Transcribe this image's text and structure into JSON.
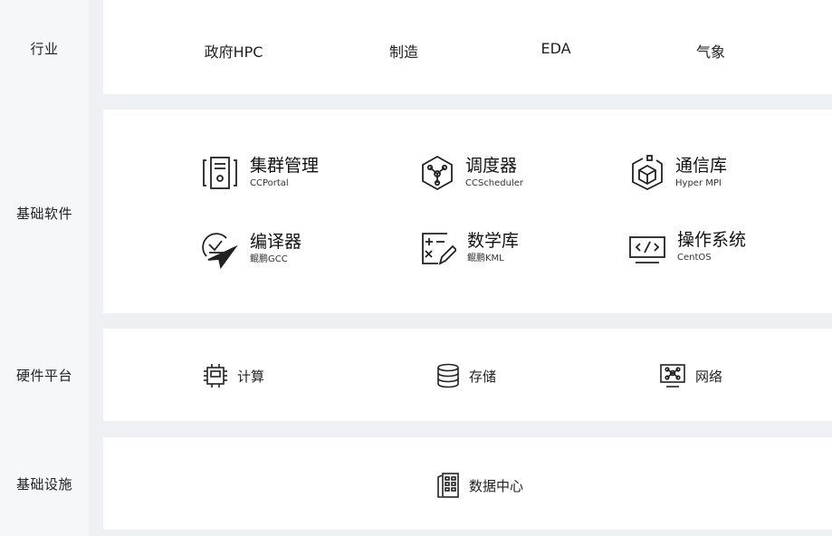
{
  "rows": {
    "industry": "行业",
    "software": "基础软件",
    "hardware": "硬件平台",
    "infra": "基础设施"
  },
  "industry_items": [
    "政府HPC",
    "制造",
    "EDA",
    "气象"
  ],
  "software_items": [
    {
      "title": "集群管理",
      "sub": "CCPortal",
      "icon": "server-tower-icon"
    },
    {
      "title": "调度器",
      "sub": "CCScheduler",
      "icon": "hexagon-network-icon"
    },
    {
      "title": "通信库",
      "sub": "Hyper MPI",
      "icon": "cube-hexagon-icon"
    },
    {
      "title": "编译器",
      "sub": "鲲鹏GCC",
      "icon": "compiler-gauge-icon"
    },
    {
      "title": "数学库",
      "sub": "鲲鹏KML",
      "icon": "math-notepad-icon"
    },
    {
      "title": "操作系统",
      "sub": "CentOS",
      "icon": "code-monitor-icon"
    }
  ],
  "hardware_items": [
    {
      "label": "计算",
      "icon": "cpu-chip-icon"
    },
    {
      "label": "存储",
      "icon": "database-icon"
    },
    {
      "label": "网络",
      "icon": "network-monitor-icon"
    }
  ],
  "infra_items": [
    {
      "label": "数据中心",
      "icon": "datacenter-building-icon"
    }
  ]
}
